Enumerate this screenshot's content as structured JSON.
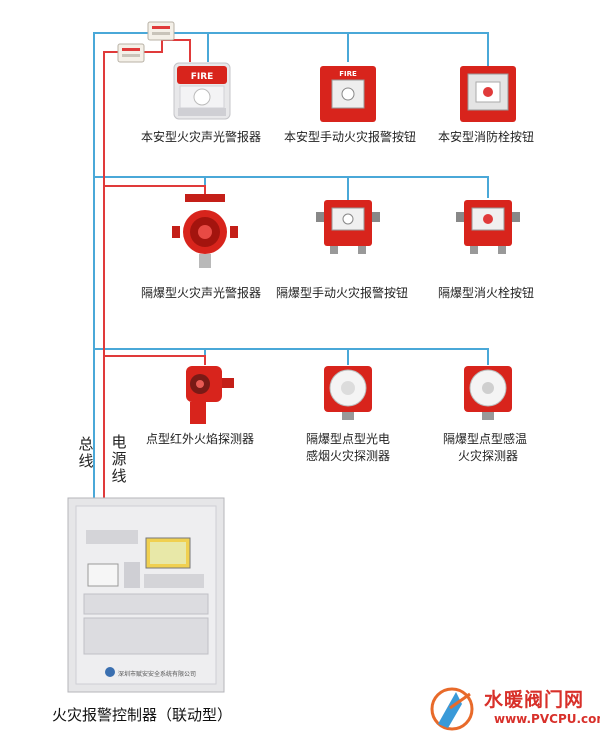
{
  "devices": {
    "row1": [
      {
        "label": "本安型火灾声光警报器",
        "icon": "sound-light-alarm-icon"
      },
      {
        "label": "本安型手动火灾报警按钮",
        "icon": "manual-call-point-icon"
      },
      {
        "label": "本安型消防栓按钮",
        "icon": "hydrant-button-icon"
      }
    ],
    "row2": [
      {
        "label": "隔爆型火灾声光警报器",
        "icon": "explosion-proof-beacon-icon"
      },
      {
        "label": "隔爆型手动火灾报警按钮",
        "icon": "explosion-proof-call-point-icon"
      },
      {
        "label": "隔爆型消火栓按钮",
        "icon": "explosion-proof-hydrant-button-icon"
      }
    ],
    "row3": [
      {
        "label": "点型红外火焰探测器",
        "icon": "infrared-flame-detector-icon"
      },
      {
        "label_line1": "隔爆型点型光电",
        "label_line2": "感烟火灾探测器",
        "icon": "smoke-detector-icon"
      },
      {
        "label_line1": "隔爆型点型感温",
        "label_line2": "火灾探测器",
        "icon": "heat-detector-icon"
      }
    ]
  },
  "device_marks": {
    "fire_text": "FIRE"
  },
  "wires": {
    "bus_label": "总线",
    "power_label": "电源线",
    "bus_color": "#4aa8d8",
    "power_color": "#e03a3a"
  },
  "controller": {
    "title": "火灾报警控制器（联动型）",
    "company": "深圳市赋安安全系统有限公司"
  },
  "watermark": {
    "name": "水暖阀门网",
    "url": "www.PVCPU.com",
    "color": "#d8302a"
  }
}
